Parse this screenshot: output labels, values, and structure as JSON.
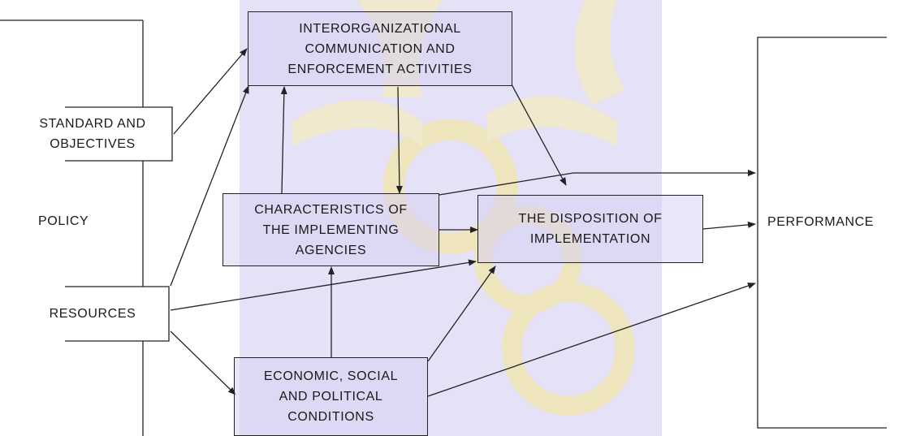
{
  "boxes": {
    "interorganizational": "INTERORGANIZATIONAL\nCOMMUNICATION AND\nENFORCEMENT ACTIVITIES",
    "standards": "STANDARD AND\nOBJECTIVES",
    "characteristics": "CHARACTERISTICS OF\nTHE IMPLEMENTING\nAGENCIES",
    "disposition": "THE DISPOSITION OF\nIMPLEMENTATION",
    "resources": "RESOURCES",
    "economic": "ECONOMIC, SOCIAL\nAND POLITICAL\nCONDITIONS"
  },
  "labels": {
    "policy": "POLICY",
    "performance": "PERFORMANCE"
  },
  "colors": {
    "line": "#222222",
    "box_fill": "#d7d2f0",
    "watermark_purple": "#8a83c4",
    "watermark_gold": "#f1e6b0"
  }
}
